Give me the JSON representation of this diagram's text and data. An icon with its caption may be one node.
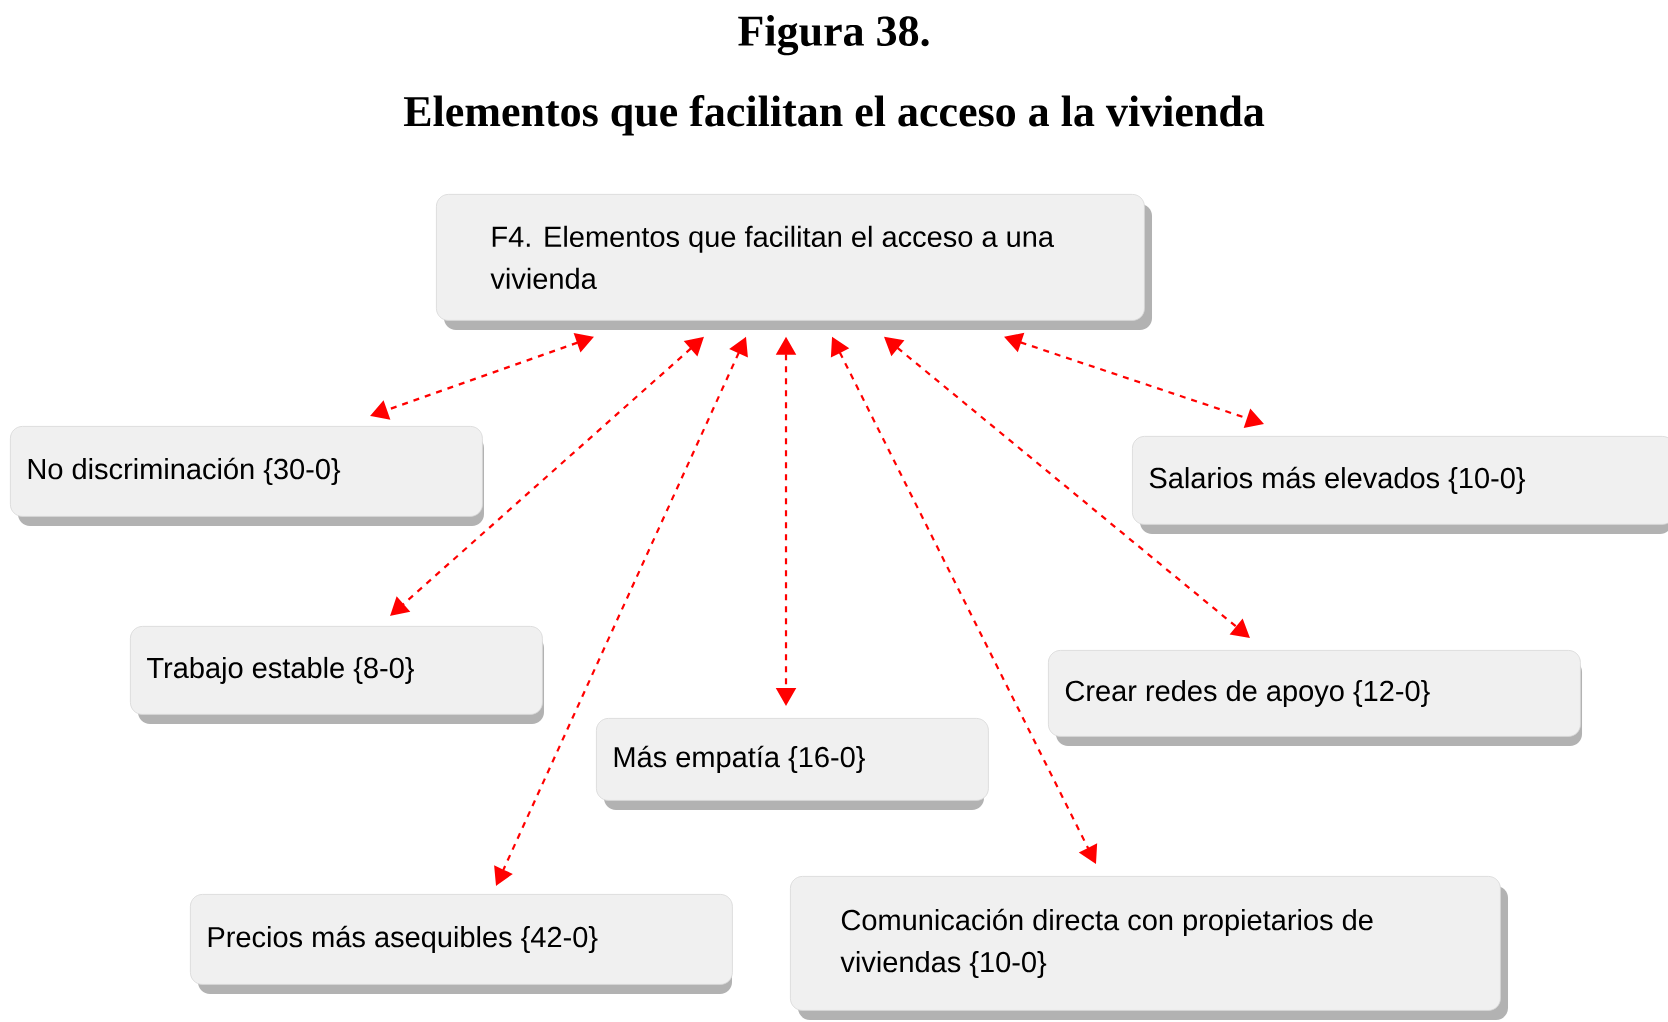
{
  "diagram": {
    "title": "Figura 38.",
    "caption": "Elementos que facilitan el acceso a la vivienda",
    "nodes": [
      {
        "text": [
          "F4. Elementos que facilitan el acceso a una vivienda"
        ]
      },
      {
        "text": [
          "No discriminación {30-0}"
        ]
      },
      {
        "text": [
          "Salarios más elevados {10-0}"
        ]
      },
      {
        "text": [
          "Trabajo estable {8-0}"
        ]
      },
      {
        "text": [
          "Crear redes de apoyo {12-0}"
        ]
      },
      {
        "text": [
          "Más empatía {16-0}"
        ]
      },
      {
        "text": [
          "Precios más asequibles {42-0}"
        ]
      },
      {
        "text": [
          "Comunicación directa con propietarios de viviendas {10-0}"
        ]
      }
    ],
    "edges": [
      {
        "from": 0,
        "to": 1,
        "arrow": "both",
        "style": "dashed",
        "color": "#ff0000"
      },
      {
        "from": 0,
        "to": 2,
        "arrow": "both",
        "style": "dashed",
        "color": "#ff0000"
      },
      {
        "from": 0,
        "to": 3,
        "arrow": "both",
        "style": "dashed",
        "color": "#ff0000"
      },
      {
        "from": 0,
        "to": 4,
        "arrow": "both",
        "style": "dashed",
        "color": "#ff0000"
      },
      {
        "from": 0,
        "to": 5,
        "arrow": "both",
        "style": "dashed",
        "color": "#ff0000"
      },
      {
        "from": 0,
        "to": 6,
        "arrow": "both",
        "style": "dashed",
        "color": "#ff0000"
      },
      {
        "from": 0,
        "to": 7,
        "arrow": "both",
        "style": "dashed",
        "color": "#ff0000"
      }
    ]
  }
}
